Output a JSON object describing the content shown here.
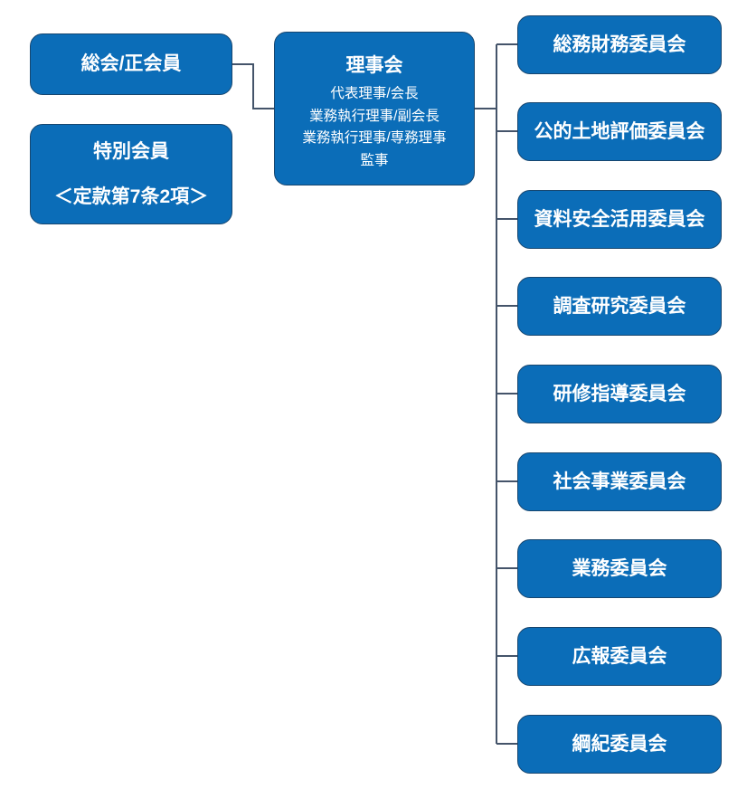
{
  "diagram": {
    "colors": {
      "box_fill": "#0b6db8",
      "box_border": "#17466f",
      "connector": "#44546a",
      "text_color": "#ffffff"
    },
    "nodes": {
      "general_assembly": {
        "label": "総会/正会員"
      },
      "special_member": {
        "line1": "特別会員",
        "line2": "＜定款第7条2項＞"
      },
      "board": {
        "title": "理事会",
        "members": [
          "代表理事/会長",
          "業務執行理事/副会長",
          "業務執行理事/専務理事",
          "監事"
        ]
      },
      "committees": [
        {
          "label": "総務財務委員会"
        },
        {
          "label": "公的土地評価委員会"
        },
        {
          "label": "資料安全活用委員会"
        },
        {
          "label": "調査研究委員会"
        },
        {
          "label": "研修指導委員会"
        },
        {
          "label": "社会事業委員会"
        },
        {
          "label": "業務委員会"
        },
        {
          "label": "広報委員会"
        },
        {
          "label": "綱紀委員会"
        }
      ]
    }
  }
}
